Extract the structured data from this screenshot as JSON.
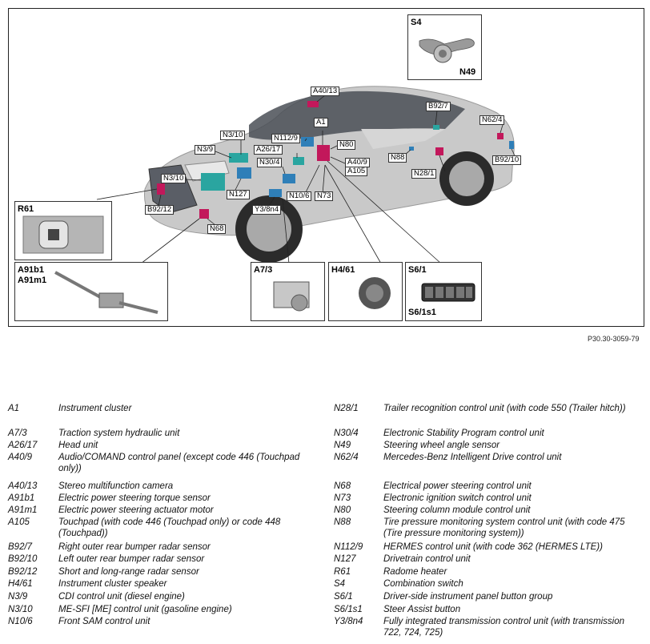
{
  "diagram": {
    "callouts": [
      "S4",
      "N49",
      "A40/13",
      "A1",
      "B92/7",
      "N62/4",
      "N3/10",
      "N112/9",
      "N80",
      "N3/9",
      "A26/17",
      "N88",
      "B92/10",
      "N30/4",
      "A40/9",
      "A105",
      "N28/1",
      "N3/10",
      "N127",
      "N10/6",
      "N73",
      "B92/12",
      "Y3/8n4",
      "N68"
    ],
    "insets": [
      "R61",
      "A91b1",
      "A91m1",
      "A7/3",
      "H4/61",
      "S6/1",
      "S6/1s1"
    ],
    "reference": "P30.30-3059-79"
  },
  "legend": {
    "left": [
      {
        "code": "A1",
        "desc": "Instrument cluster"
      },
      {
        "code": "A7/3",
        "desc": "Traction system hydraulic unit"
      },
      {
        "code": "A26/17",
        "desc": "Head unit"
      },
      {
        "code": "A40/9",
        "desc": "Audio/COMAND control panel (except code 446 (Touchpad only))"
      },
      {
        "code": "A40/13",
        "desc": "Stereo multifunction camera"
      },
      {
        "code": "A91b1",
        "desc": "Electric power steering torque sensor"
      },
      {
        "code": "A91m1",
        "desc": "Electric power steering actuator motor"
      },
      {
        "code": "A105",
        "desc": "Touchpad (with code 446 (Touchpad only) or code 448 (Touchpad))"
      },
      {
        "code": "B92/7",
        "desc": "Right outer rear bumper radar sensor"
      },
      {
        "code": "B92/10",
        "desc": "Left outer rear bumper radar sensor"
      },
      {
        "code": "B92/12",
        "desc": "Short and long-range radar sensor"
      },
      {
        "code": "H4/61",
        "desc": "Instrument cluster speaker"
      },
      {
        "code": "N3/9",
        "desc": "CDI control unit (diesel engine)"
      },
      {
        "code": "N3/10",
        "desc": "ME-SFI [ME] control unit (gasoline engine)"
      },
      {
        "code": "N10/6",
        "desc": "Front SAM control unit"
      }
    ],
    "right": [
      {
        "code": "N28/1",
        "desc": "Trailer recognition control unit (with code 550 (Trailer hitch))"
      },
      {
        "code": "N30/4",
        "desc": "Electronic Stability Program control unit"
      },
      {
        "code": "N49",
        "desc": "Steering wheel angle sensor"
      },
      {
        "code": "N62/4",
        "desc": "Mercedes-Benz Intelligent Drive control unit"
      },
      {
        "code": "N68",
        "desc": "Electrical power steering control unit"
      },
      {
        "code": "N73",
        "desc": "Electronic ignition switch control unit"
      },
      {
        "code": "N80",
        "desc": "Steering column module control unit"
      },
      {
        "code": "N88",
        "desc": "Tire pressure monitoring system control unit (with code 475 (Tire pressure monitoring system))"
      },
      {
        "code": "N112/9",
        "desc": "HERMES control unit (with code 362 (HERMES LTE))"
      },
      {
        "code": "N127",
        "desc": "Drivetrain control unit"
      },
      {
        "code": "R61",
        "desc": "Radome heater"
      },
      {
        "code": "S4",
        "desc": "Combination switch"
      },
      {
        "code": "S6/1",
        "desc": "Driver-side instrument panel button group"
      },
      {
        "code": "S6/1s1",
        "desc": "Steer Assist button"
      },
      {
        "code": "Y3/8n4",
        "desc": "Fully integrated transmission control unit (with transmission 722, 724, 725)"
      }
    ]
  }
}
